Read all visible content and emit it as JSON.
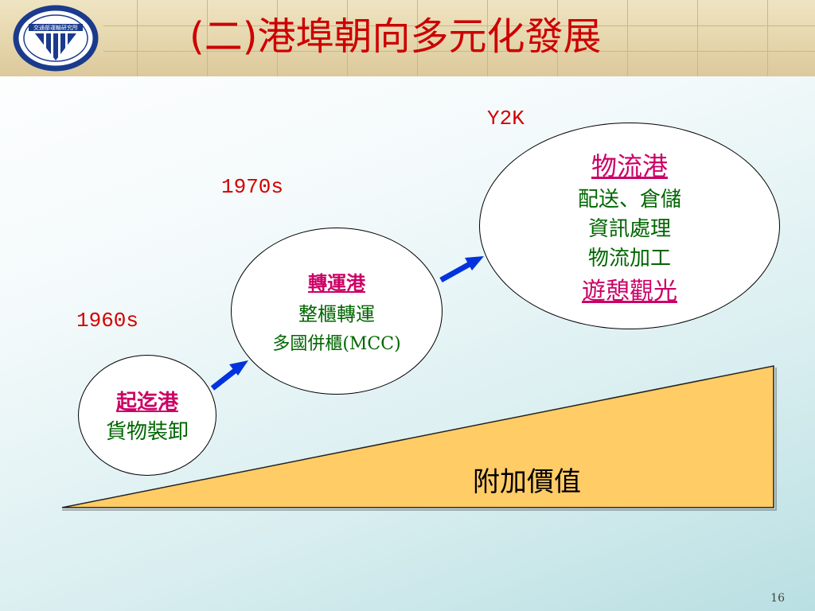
{
  "slide": {
    "title": "(二)港埠朝向多元化發展",
    "page_number": "16"
  },
  "logo": {
    "text": "交通部運輸研究所",
    "icon": "institute-logo-icon",
    "colors": {
      "ring": "#1a3a8c",
      "inner": "#1a3a8c"
    }
  },
  "timeline": {
    "year_1960": "1960s",
    "year_1970": "1970s",
    "year_2000": "Y2K"
  },
  "stages": {
    "stage1": {
      "name": "起迄港",
      "lines": [
        "貨物裝卸"
      ]
    },
    "stage2": {
      "name": "轉運港",
      "lines": [
        "整櫃轉運",
        "多國併櫃(MCC)"
      ]
    },
    "stage3": {
      "name": "物流港",
      "lines": [
        "配送、倉儲",
        "資訊處理",
        "物流加工"
      ],
      "highlight": "遊憩觀光"
    }
  },
  "value_wedge": {
    "label": "附加價值",
    "fill": "#ffcc66"
  },
  "colors": {
    "title": "#cc0000",
    "year": "#d40000",
    "arrow": "#0033dd",
    "port_name": "#cc0066",
    "port_line": "#006600"
  }
}
